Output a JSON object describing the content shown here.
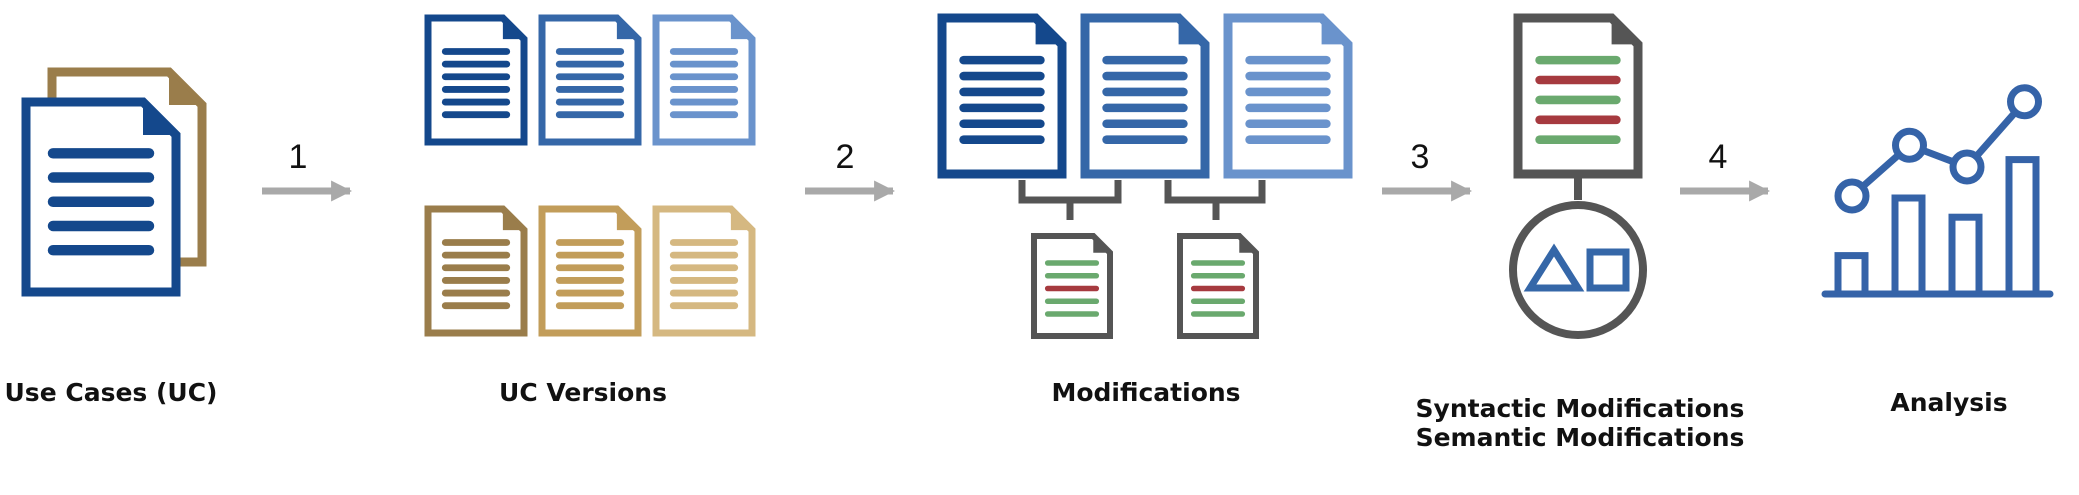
{
  "colors": {
    "blue_dark": "#14488c",
    "blue_mid": "#3567a8",
    "blue_light": "#6a93cc",
    "tan_dark": "#9a7d4b",
    "tan_mid": "#c29d5a",
    "tan_light": "#d5b881",
    "gray": "#555555",
    "arrow": "#a9a9a9",
    "green": "#6aa96e",
    "red": "#a63a3f",
    "analysis": "#3563a8"
  },
  "steps": [
    "1",
    "2",
    "3",
    "4"
  ],
  "labels": {
    "use_cases": "Use Cases (UC)",
    "uc_versions": "UC Versions",
    "modifications": "Modifications",
    "syntactic": "Syntactic Modifications",
    "semantic": "Semantic Modifications",
    "analysis": "Analysis"
  },
  "icons": [
    "document-icon",
    "arrow-icon",
    "magnifier-icon",
    "triangle-icon",
    "square-icon",
    "line-bar-chart-icon"
  ],
  "chart_icon": {
    "bars": [
      4,
      10,
      8,
      14
    ],
    "line": [
      4,
      7.5,
      6,
      10.5
    ]
  }
}
